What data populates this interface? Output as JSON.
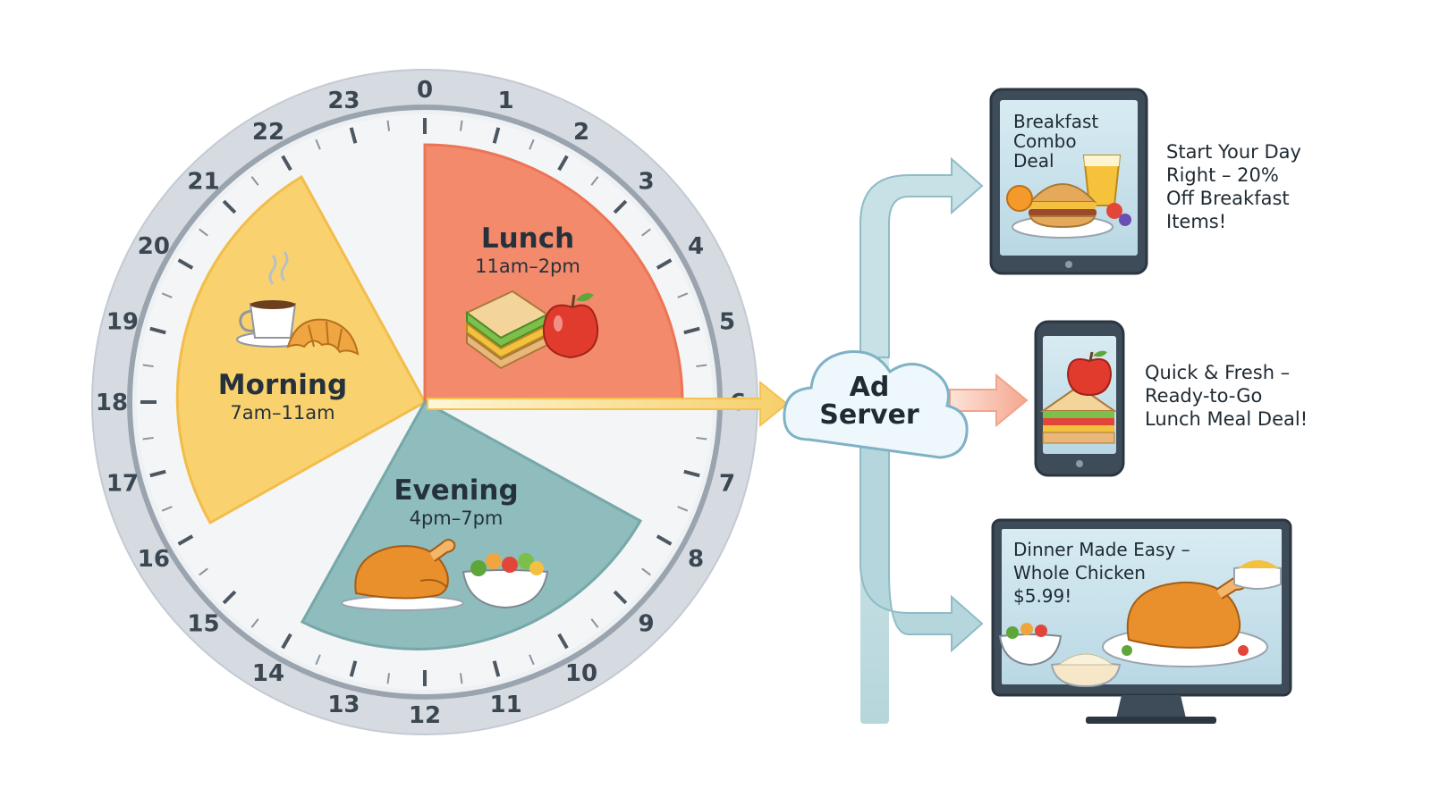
{
  "clock": {
    "hours": [
      "0",
      "1",
      "2",
      "3",
      "4",
      "5",
      "6",
      "7",
      "8",
      "9",
      "10",
      "11",
      "12",
      "13",
      "14",
      "15",
      "16",
      "17",
      "18",
      "19",
      "20",
      "21",
      "22",
      "23"
    ]
  },
  "segments": {
    "morning": {
      "title": "Morning",
      "time": "7am–11am",
      "color": "#f9d26f"
    },
    "lunch": {
      "title": "Lunch",
      "time": "11am–2pm",
      "color": "#f48a6c"
    },
    "evening": {
      "title": "Evening",
      "time": "4pm–7pm",
      "color": "#8fbcbc"
    }
  },
  "server": {
    "line1": "Ad",
    "line2": "Server"
  },
  "devices": {
    "tablet": {
      "ad_line1": "Breakfast",
      "ad_line2": "Combo",
      "ad_line3": "Deal",
      "cap_line1": "Start Your Day",
      "cap_line2": "Right – 20%",
      "cap_line3": "Off Breakfast",
      "cap_line4": "Items!"
    },
    "phone": {
      "cap_line1": "Quick & Fresh –",
      "cap_line2": "Ready-to-Go",
      "cap_line3": "Lunch Meal Deal!"
    },
    "monitor": {
      "ad_line1": "Dinner Made Easy –",
      "ad_line2": "Whole Chicken",
      "ad_line3": "$5.99!"
    }
  },
  "icons": [
    "coffee-cup-icon",
    "croissant-icon",
    "sandwich-icon",
    "apple-icon",
    "roast-chicken-icon",
    "salad-bowl-icon",
    "burger-icon",
    "juice-glass-icon",
    "cloud-icon"
  ]
}
